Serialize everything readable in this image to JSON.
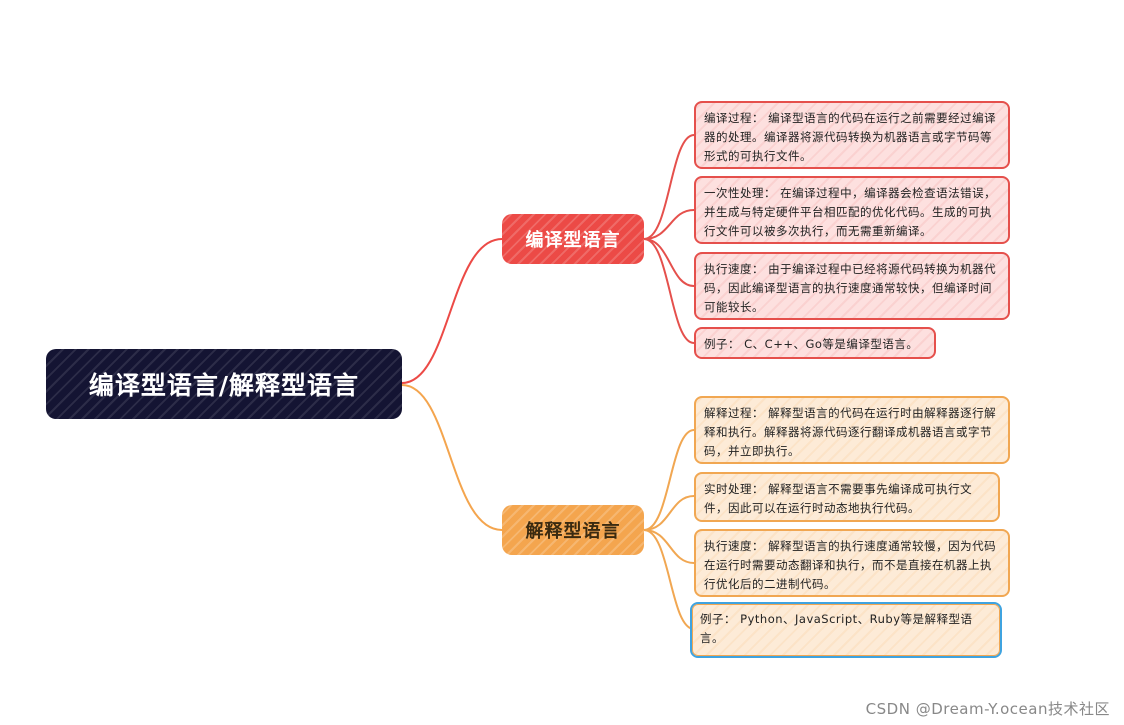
{
  "root": {
    "label": "编译型语言/解释型语言"
  },
  "branches": [
    {
      "label": "编译型语言",
      "color": "#ec4a46",
      "items": [
        "编译过程： 编译型语言的代码在运行之前需要经过编译器的处理。编译器将源代码转换为机器语言或字节码等形式的可执行文件。",
        "一次性处理： 在编译过程中，编译器会检查语法错误，并生成与特定硬件平台相匹配的优化代码。生成的可执行文件可以被多次执行，而无需重新编译。",
        "执行速度： 由于编译过程中已经将源代码转换为机器代码，因此编译型语言的执行速度通常较快，但编译时间可能较长。",
        "例子： C、C++、Go等是编译型语言。"
      ]
    },
    {
      "label": "解释型语言",
      "color": "#f4a54e",
      "items": [
        "解释过程： 解释型语言的代码在运行时由解释器逐行解释和执行。解释器将源代码逐行翻译成机器语言或字节码，并立即执行。",
        "实时处理： 解释型语言不需要事先编译成可执行文件，因此可以在运行时动态地执行代码。",
        "执行速度： 解释型语言的执行速度通常较慢，因为代码在运行时需要动态翻译和执行，而不是直接在机器上执行优化后的二进制代码。",
        "例子： Python、JavaScript、Ruby等是解释型语言。"
      ]
    }
  ],
  "watermark": "CSDN @Dream-Y.ocean技术社区"
}
